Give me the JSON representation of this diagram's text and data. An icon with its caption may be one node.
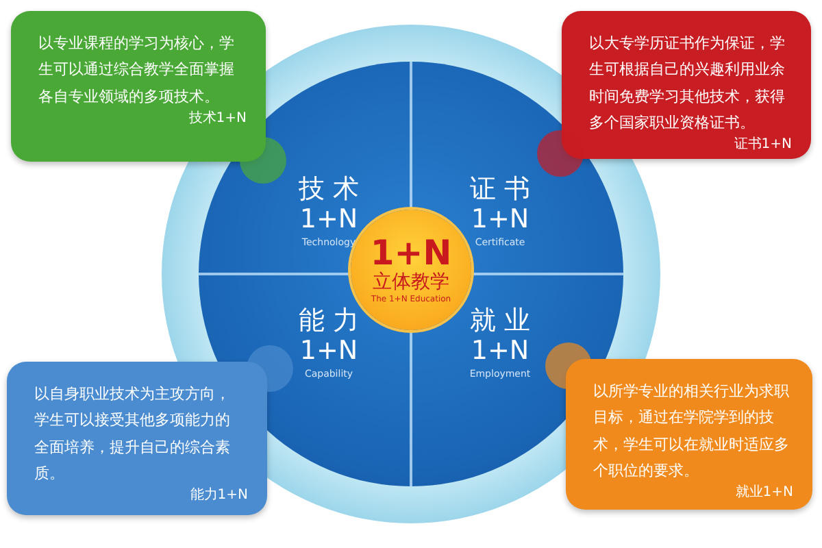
{
  "diagram": {
    "nodes": [
      {
        "text": [
          "以专业课程的学习为核心，学生可以通过综合教学全面掌握各自专业领域的多项技术。",
          "技术1+N"
        ]
      },
      {
        "text": [
          "以大专学历证书作为保证，学生可根据自己的兴趣利用业余时间免费学习其他技术，获得多个国家职业资格证书。",
          "证书1+N"
        ]
      },
      {
        "text": [
          "以自身职业技术为主攻方向，学生可以接受其他多项能力的全面培养，提升自己的综合素质。",
          "能力1+N"
        ]
      },
      {
        "text": [
          "以所学专业的相关行业为求职目标，通过在学院学到的技术，学生可以在就业时适应多个职位的要求。",
          "就业1+N"
        ]
      },
      {
        "text": [],
        "shape": "circle"
      },
      {
        "text": [
          "技术",
          "1+N",
          "Technology"
        ],
        "in": 4
      },
      {
        "text": [
          "证书",
          "1+N",
          "Certificate"
        ],
        "in": 4
      },
      {
        "text": [
          "能力",
          "1+N",
          "Capability"
        ],
        "in": 4
      },
      {
        "text": [
          "就业",
          "1+N",
          "Employment"
        ],
        "in": 4
      },
      {
        "text": [
          "1+N",
          "立体教学",
          "The 1+N Education"
        ],
        "in": 4
      }
    ],
    "edges": []
  }
}
